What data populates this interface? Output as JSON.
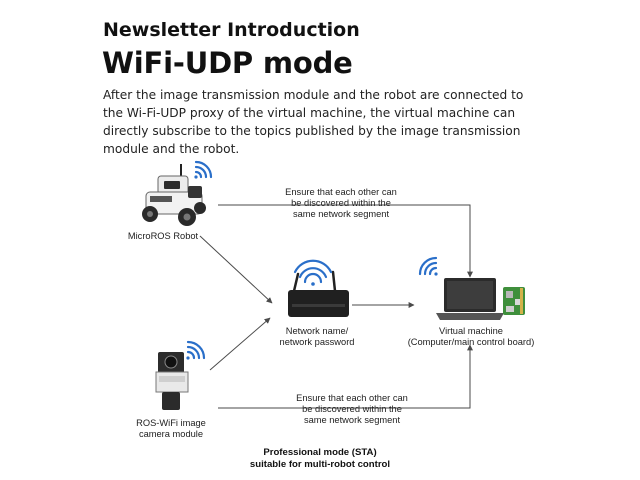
{
  "header": {
    "section_title": "Newsletter Introduction",
    "main_title": "WiFi-UDP mode",
    "intro": "After the image transmission module and the robot are connected to the Wi-Fi-UDP proxy of the virtual machine, the virtual machine can directly subscribe to the topics published by the image transmission module and the robot."
  },
  "diagram": {
    "note_top": [
      "Ensure that each other can",
      "be discovered within the",
      "same network segment"
    ],
    "note_bottom": [
      "Ensure that each other can",
      "be discovered within the",
      "same network segment"
    ],
    "robot_label": "MicroROS Robot",
    "router_label": [
      "Network name/",
      "network password"
    ],
    "vm_label": [
      "Virtual machine",
      "(Computer/main control board)"
    ],
    "camera_label": [
      "ROS-WiFi image",
      "camera module"
    ],
    "footer": [
      "Professional mode (STA)",
      "suitable for multi-robot control"
    ],
    "icons": [
      "wifi-icon",
      "robot-car-icon",
      "router-icon",
      "laptop-icon",
      "circuit-board-icon",
      "camera-module-icon"
    ],
    "colors": {
      "wifi_blue": "#2a6fc9",
      "line_gray": "#4a4a4a"
    }
  }
}
